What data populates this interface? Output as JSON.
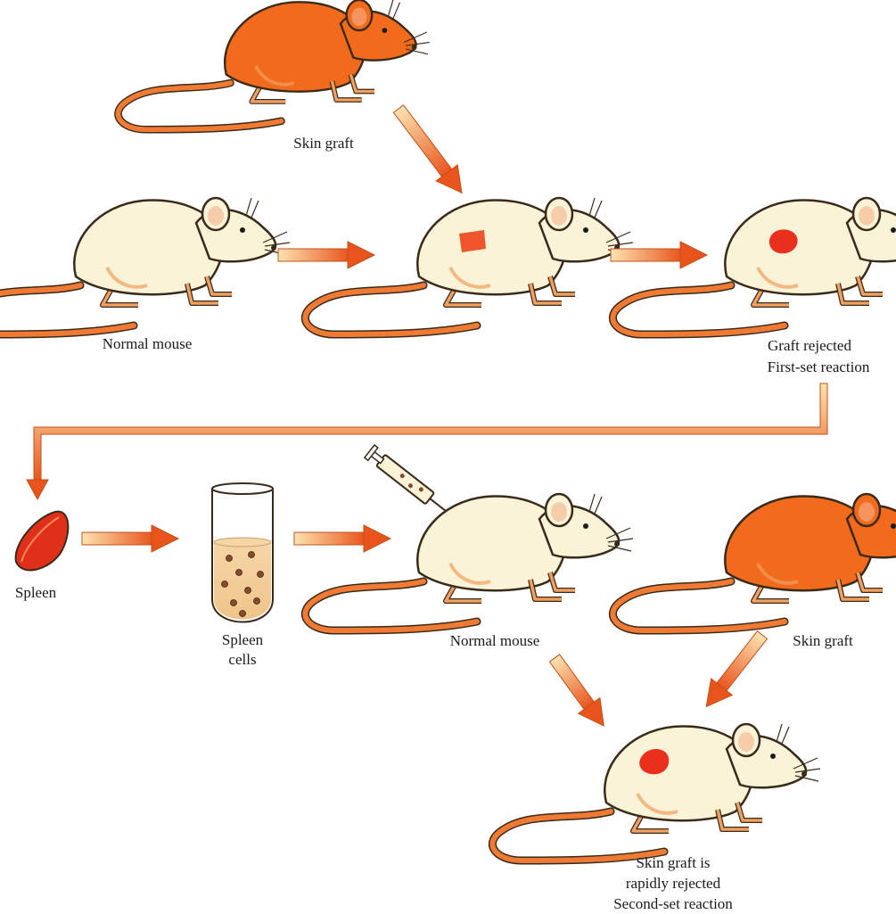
{
  "labels": {
    "skin_graft_top": "Skin graft",
    "normal_mouse_1": "Normal mouse",
    "graft_rejected_1": "Graft rejected",
    "graft_rejected_2": "First-set reaction",
    "spleen": "Spleen",
    "spleen_cells_1": "Spleen",
    "spleen_cells_2": "cells",
    "normal_mouse_2": "Normal mouse",
    "skin_graft_right": "Skin graft",
    "final_1": "Skin graft is",
    "final_2": "rapidly rejected",
    "final_3": "Second-set reaction"
  },
  "colors": {
    "donor_mouse": "#f26a1b",
    "recipient_mouse": "#fbf3d8",
    "mouse_outline": "#3a2a1a",
    "tail": "#ee7a33",
    "graft_fresh": "#f0542a",
    "graft_rejected": "#e8301c",
    "spleen": "#e0301a",
    "cell_dot": "#8a4a2a",
    "arrow_light": "#fde3b0",
    "arrow_dark": "#e8541c"
  }
}
